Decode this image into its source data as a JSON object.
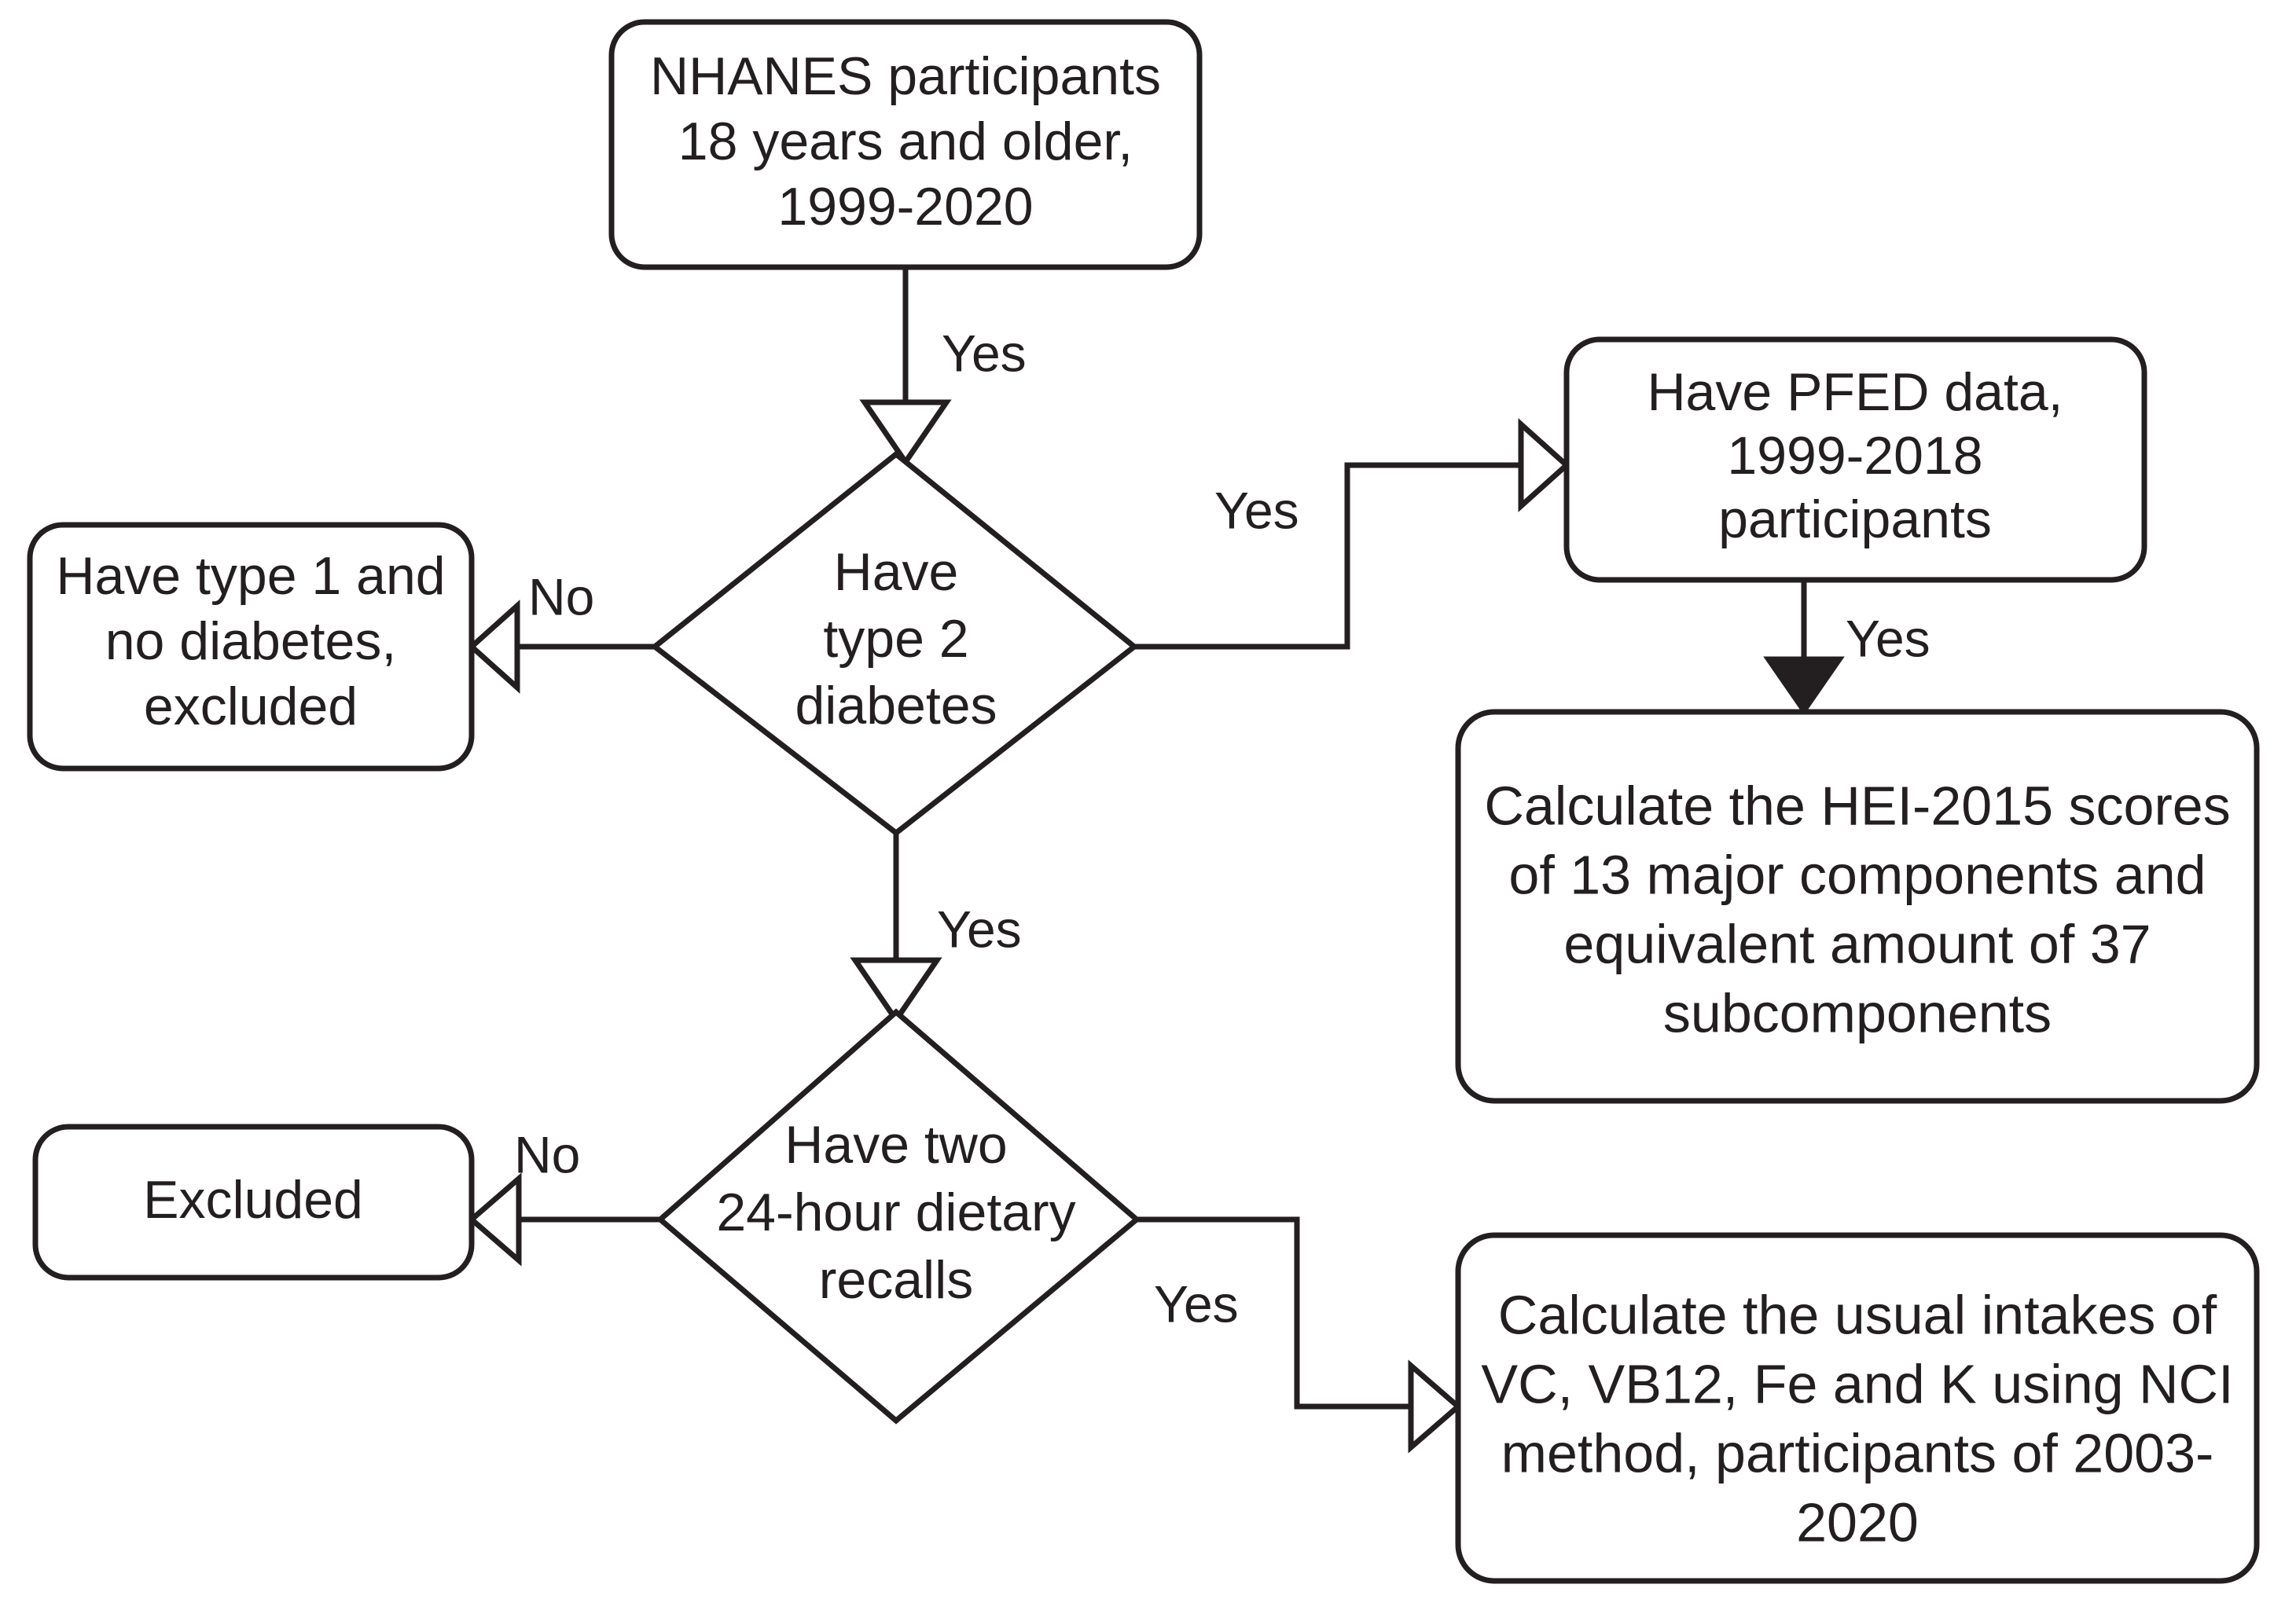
{
  "diagram": {
    "type": "flowchart",
    "title": "NHANES participant selection flowchart",
    "colors": {
      "background": "#ffffff",
      "stroke": "#231f20",
      "fill": "#ffffff",
      "text": "#231f20"
    },
    "nodes": [
      {
        "id": "nhanes-participants",
        "shape": "rounded-rect",
        "lines": [
          "NHANES participants",
          "18 years and older,",
          "1999-2020"
        ]
      },
      {
        "id": "have-type-2-diabetes",
        "shape": "diamond",
        "lines": [
          "Have",
          "type 2",
          "diabetes"
        ]
      },
      {
        "id": "type-1-no-diabetes-excluded",
        "shape": "rounded-rect",
        "lines": [
          "Have type 1 and",
          "no diabetes,",
          "excluded"
        ]
      },
      {
        "id": "have-pfed-data",
        "shape": "rounded-rect",
        "lines": [
          "Have PFED data,",
          "1999-2018",
          "participants"
        ]
      },
      {
        "id": "calculate-hei-2015",
        "shape": "rounded-rect",
        "lines": [
          "Calculate the HEI-2015 scores",
          "of 13 major components and",
          "equivalent amount of 37",
          "subcomponents"
        ]
      },
      {
        "id": "have-two-dietary-recalls",
        "shape": "diamond",
        "lines": [
          "Have two",
          "24-hour dietary",
          "recalls"
        ]
      },
      {
        "id": "excluded",
        "shape": "rounded-rect",
        "lines": [
          "Excluded"
        ]
      },
      {
        "id": "calculate-usual-intakes",
        "shape": "rounded-rect",
        "lines": [
          "Calculate the usual intakes of",
          "VC, VB12, Fe and K using NCI",
          "method, participants of 2003-",
          "2020"
        ]
      }
    ],
    "edges": [
      {
        "id": "e1",
        "from": "nhanes-participants",
        "to": "have-type-2-diabetes",
        "label": "Yes",
        "arrowhead": "open"
      },
      {
        "id": "e2",
        "from": "have-type-2-diabetes",
        "to": "type-1-no-diabetes-excluded",
        "label": "No",
        "arrowhead": "open"
      },
      {
        "id": "e3",
        "from": "have-type-2-diabetes",
        "to": "have-pfed-data",
        "label": "Yes",
        "arrowhead": "open"
      },
      {
        "id": "e4",
        "from": "have-pfed-data",
        "to": "calculate-hei-2015",
        "label": "Yes",
        "arrowhead": "solid"
      },
      {
        "id": "e5",
        "from": "have-type-2-diabetes",
        "to": "have-two-dietary-recalls",
        "label": "Yes",
        "arrowhead": "open"
      },
      {
        "id": "e6",
        "from": "have-two-dietary-recalls",
        "to": "excluded",
        "label": "No",
        "arrowhead": "open"
      },
      {
        "id": "e7",
        "from": "have-two-dietary-recalls",
        "to": "calculate-usual-intakes",
        "label": "Yes",
        "arrowhead": "open"
      }
    ]
  }
}
